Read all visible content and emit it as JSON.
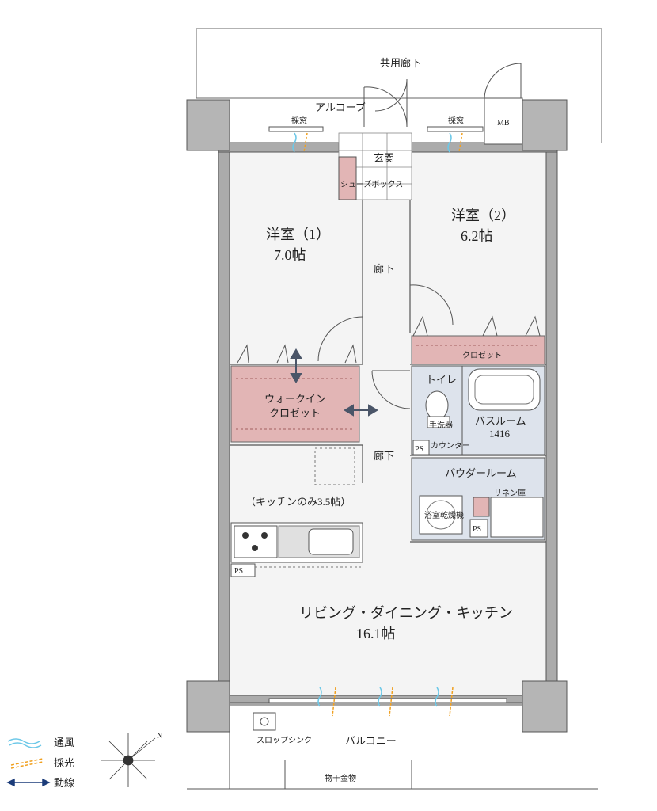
{
  "outside": {
    "common_corridor": "共用廊下",
    "alcove": "アルコーブ",
    "mb": "MB",
    "balcony": "バルコニー",
    "slop_sink": "スロップシンク",
    "drying_hardware": "物干金物"
  },
  "rooms": {
    "entrance": "玄関",
    "shoe_box": "シューズボックス",
    "western1_name": "洋室（1）",
    "western1_size": "7.0帖",
    "western2_name": "洋室（2）",
    "western2_size": "6.2帖",
    "hallway_top": "廊下",
    "hallway_mid": "廊下",
    "walkin_line1": "ウォークイン",
    "walkin_line2": "クロゼット",
    "closet": "クロゼット",
    "toilet": "トイレ",
    "bathroom_name": "バスルーム",
    "bathroom_size": "1416",
    "counter": "カウンター",
    "powder_room": "パウダールーム",
    "linen": "リネン庫",
    "kitchen_note": "（キッチンのみ3.5帖）",
    "ldk_name": "リビング・ダイニング・キッチン",
    "ldk_size": "16.1帖",
    "ps": "PS",
    "window_label": "採窓",
    "dryer_label": "浴室乾燥機",
    "sink_label": "手洗器"
  },
  "legend": [
    {
      "label": "通風",
      "icon": "wave-icon",
      "color": "#6cc8e8"
    },
    {
      "label": "採光",
      "icon": "light-icon",
      "color": "#f0a020"
    },
    {
      "label": "動線",
      "icon": "double-arrow-icon",
      "color": "#1c3c7a"
    }
  ],
  "compass": {
    "north_letter": "N"
  },
  "colors": {
    "closet_fill": "#e2b5b5",
    "wall": "#a8a8a8",
    "floor": "#f2f2f2",
    "wetroom": "#dde3ec"
  }
}
